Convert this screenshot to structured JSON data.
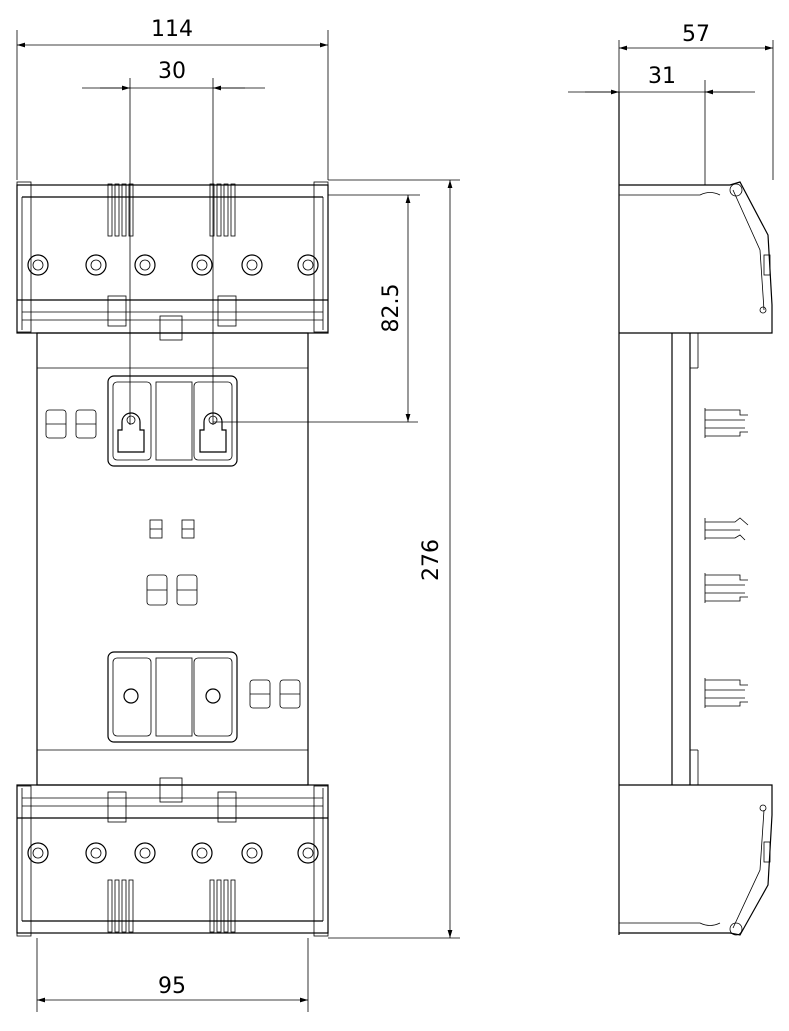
{
  "drawing": {
    "front_view": {
      "dims": {
        "overall_width": "114",
        "hole_spacing": "30",
        "mount_height": "82.5",
        "overall_height": "276",
        "base_width": "95"
      }
    },
    "side_view": {
      "dims": {
        "overall_depth": "57",
        "body_depth": "31"
      }
    }
  }
}
